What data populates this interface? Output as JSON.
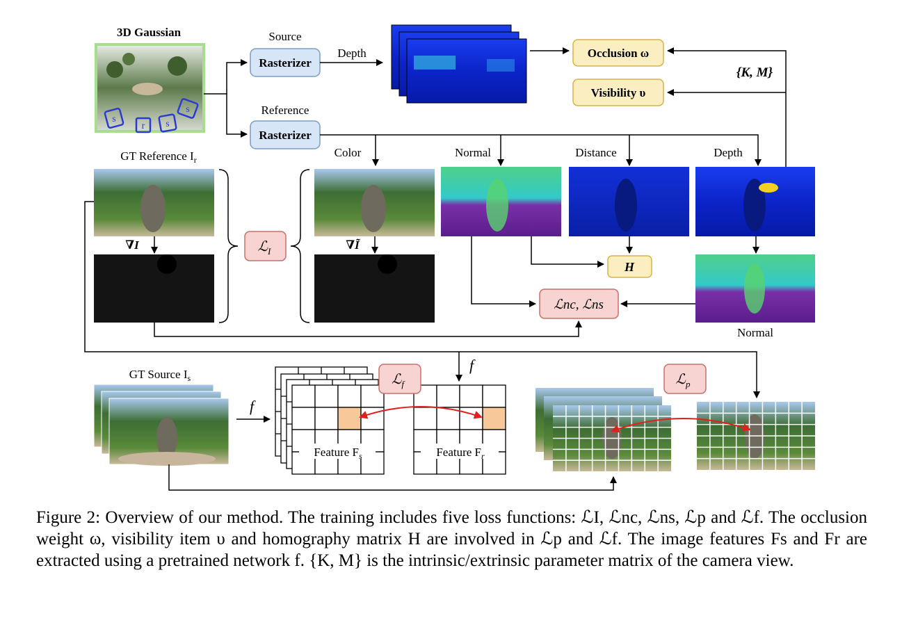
{
  "labels": {
    "gaussian_title": "3D Gaussian",
    "source": "Source",
    "reference": "Reference",
    "rasterizer_src": "Rasterizer",
    "rasterizer_ref": "Rasterizer",
    "depth_top": "Depth",
    "occlusion": "Occlusion ω",
    "visibility": "Visibility υ",
    "km": "{K, M}",
    "gt_reference": "GT Reference I",
    "gt_reference_sub": "r",
    "color": "Color",
    "normal": "Normal",
    "distance": "Distance",
    "depth": "Depth",
    "grad_i": "∇I",
    "grad_it": "∇Ĩ",
    "loss_i": "ℒ",
    "loss_i_sub": "I",
    "h": "H",
    "loss_ncns": "ℒnc, ℒns",
    "normal_bottom": "Normal",
    "gt_source": "GT Source I",
    "gt_source_sub": "s",
    "f1": "f",
    "f2": "f",
    "loss_f": "ℒ",
    "loss_f_sub": "f",
    "loss_p": "ℒ",
    "loss_p_sub": "p",
    "feature_s": "Feature F",
    "feature_s_sub": "s",
    "feature_r": "Feature F",
    "feature_r_sub": "r",
    "camera_letters": [
      "s",
      "r",
      "s",
      "s"
    ]
  },
  "caption": "Figure 2: Overview of our method. The training includes five loss functions: ℒI, ℒnc, ℒns, ℒp and ℒf. The occlusion weight ω, visibility item υ and homography matrix H are involved in ℒp and ℒf. The image features Fs and Fr are extracted using a pretrained network f. {K, M} is the intrinsic/extrinsic parameter matrix of the camera view.",
  "colors": {
    "blue_box": "#d6e6f7",
    "blue_stroke": "#7a9cc6",
    "yellow_box": "#fbeec0",
    "yellow_stroke": "#d9b24a",
    "pink_box": "#f7d3d2",
    "pink_stroke": "#c9706c",
    "green_frame": "#a8dc8e",
    "orange_cell": "#f6c89a",
    "red_arrow": "#e0201c"
  }
}
